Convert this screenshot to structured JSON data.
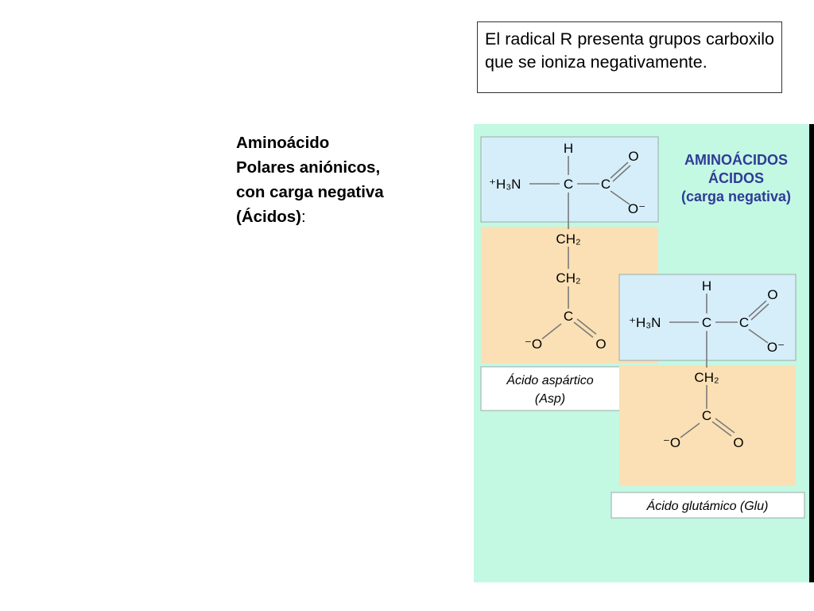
{
  "note": {
    "text": "El radical R presenta grupos carboxilo que se ioniza negativamente."
  },
  "heading": {
    "line1": "Aminoácido",
    "line2": "Polares aniónicos,",
    "line3": "con carga negativa",
    "line4": "(Ácidos)",
    "colon": ":"
  },
  "figure": {
    "title_line1": "AMINOÁCIDOS",
    "title_line2": "ÁCIDOS",
    "title_line3": "(carga negativa)",
    "asp": {
      "name": "Ácido aspártico",
      "abbr": "(Asp)",
      "H": "H",
      "amino": "⁺H₃N",
      "alpha_c": "C",
      "carboxyl_c": "C",
      "o_double": "O",
      "o_minus": "O⁻",
      "ch2_1": "CH₂",
      "ch2_2": "CH₂",
      "side_c": "C",
      "side_o_minus": "⁻O",
      "side_o": "O"
    },
    "glu": {
      "name": "Ácido glutámico (Glu)",
      "H": "H",
      "amino": "⁺H₃N",
      "alpha_c": "C",
      "carboxyl_c": "C",
      "o_double": "O",
      "o_minus": "O⁻",
      "ch2": "CH₂",
      "side_c": "C",
      "side_o_minus": "⁻O",
      "side_o": "O"
    },
    "colors": {
      "background": "#c3f8e3",
      "backbone_box": "#d6eef9",
      "sidechain_box": "#fae0b4",
      "title": "#2f3b97",
      "bond": "#7a7a7a"
    }
  }
}
